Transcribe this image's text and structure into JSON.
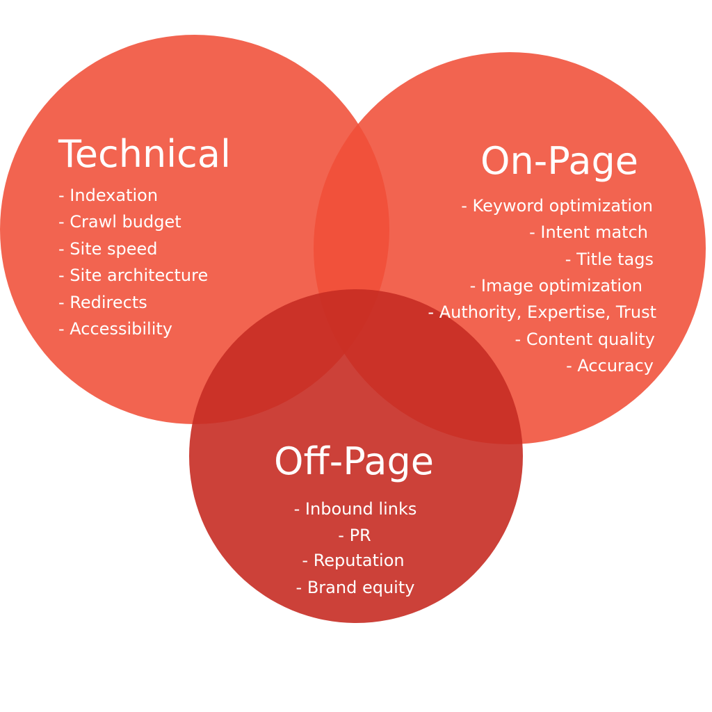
{
  "colors": {
    "background": "#ffffff",
    "technical": "#f04f38",
    "on_page": "#f04f38",
    "off_page": "#c72c24",
    "text": "#ffffff"
  },
  "circles": {
    "technical": {
      "title": "Technical",
      "items": [
        "- Indexation",
        "- Crawl budget",
        "- Site speed",
        "- Site architecture",
        "- Redirects",
        "- Accessibility"
      ]
    },
    "on_page": {
      "title": "On-Page",
      "items": [
        "- Keyword optimization",
        "- Intent match",
        "- Title tags",
        "- Image optimization",
        "- Authority, Expertise, Trust",
        "- Content quality",
        "- Accuracy"
      ]
    },
    "off_page": {
      "title": "Off-Page",
      "items": [
        "- Inbound links",
        "- PR",
        "- Reputation",
        "- Brand equity"
      ]
    }
  }
}
